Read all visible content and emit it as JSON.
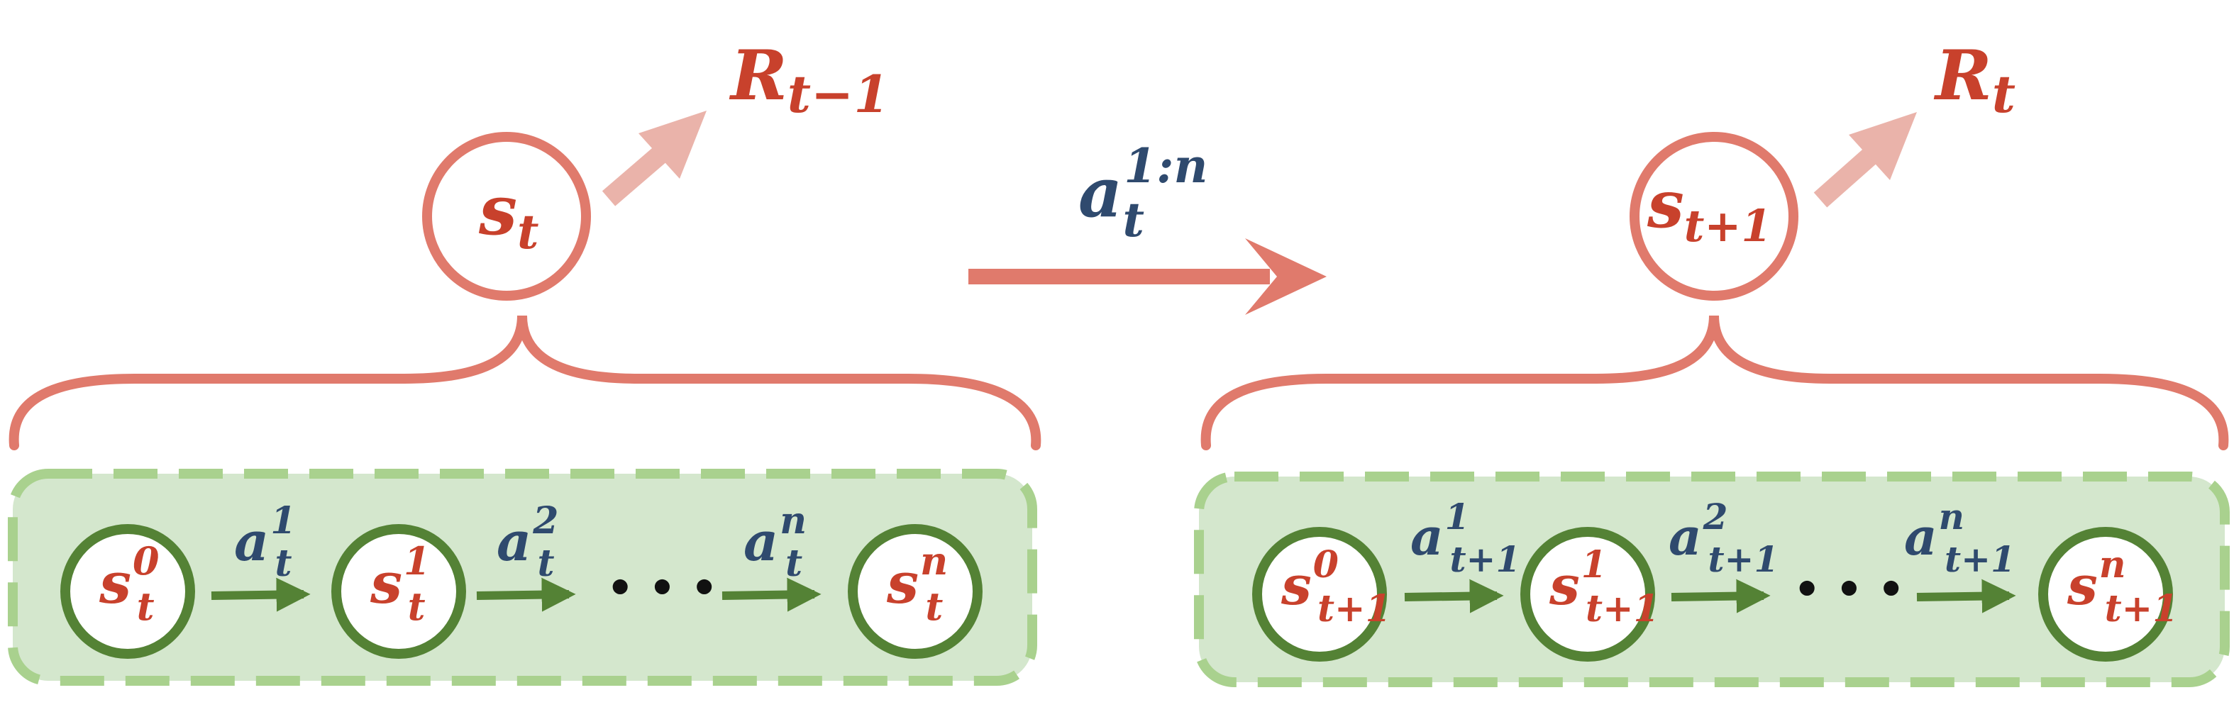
{
  "colors": {
    "macro_stroke": "#e07a6c",
    "reward_arrow": "#eab3aa",
    "micro_fill": "#d4e7cd",
    "micro_dash": "#a9d18e",
    "micro_node": "#548235",
    "red_text": "#c8412c",
    "blue_text": "#2f4a6e"
  },
  "left": {
    "state": {
      "base": "s",
      "sub": "t"
    },
    "reward": {
      "base": "R",
      "sub": "t−1"
    },
    "micro_nodes": [
      {
        "base": "s",
        "sup": "0",
        "sub": "t"
      },
      {
        "base": "s",
        "sup": "1",
        "sub": "t"
      },
      {
        "base": "s",
        "sup": "n",
        "sub": "t"
      }
    ],
    "micro_actions": [
      {
        "base": "a",
        "sup": "1",
        "sub": "t"
      },
      {
        "base": "a",
        "sup": "2",
        "sub": "t"
      },
      {
        "base": "a",
        "sup": "n",
        "sub": "t"
      }
    ],
    "ellipsis": "• • •"
  },
  "transition": {
    "base": "a",
    "sup": "1:n",
    "sub": "t"
  },
  "right": {
    "state": {
      "base": "s",
      "sub": "t+1"
    },
    "reward": {
      "base": "R",
      "sub": "t"
    },
    "micro_nodes": [
      {
        "base": "s",
        "sup": "0",
        "sub": "t+1"
      },
      {
        "base": "s",
        "sup": "1",
        "sub": "t+1"
      },
      {
        "base": "s",
        "sup": "n",
        "sub": "t+1"
      }
    ],
    "micro_actions": [
      {
        "base": "a",
        "sup": "1",
        "sub": "t+1"
      },
      {
        "base": "a",
        "sup": "2",
        "sub": "t+1"
      },
      {
        "base": "a",
        "sup": "n",
        "sub": "t+1"
      }
    ],
    "ellipsis": "• • •"
  }
}
